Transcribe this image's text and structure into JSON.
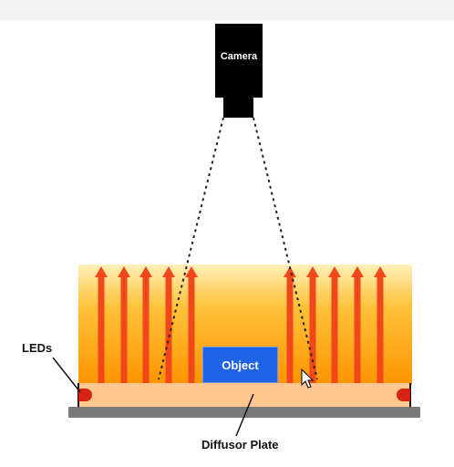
{
  "diagram": {
    "camera_label": "Camera",
    "object_label": "Object",
    "leds_label": "LEDs",
    "diffusor_label": "Diffusor Plate",
    "colors": {
      "glow_top": "#ffeaa0",
      "glow_bottom": "#ff9a00",
      "arrow": "#f2471b",
      "plate": "#ffc690",
      "base": "#7a7a7a",
      "led": "#d52414",
      "object": "#1f63e8",
      "camera": "#000000"
    }
  }
}
